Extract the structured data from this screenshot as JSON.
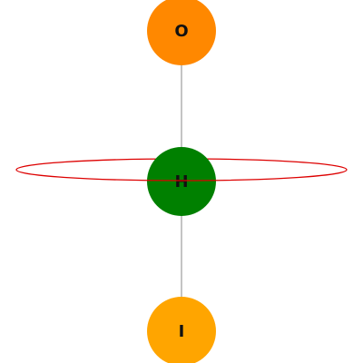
{
  "diagram": {
    "nodes": [
      {
        "id": "O",
        "label": "O",
        "color": "#ff8800"
      },
      {
        "id": "H",
        "label": "H",
        "color": "#008000"
      },
      {
        "id": "I",
        "label": "I",
        "color": "#ffa500"
      }
    ],
    "edges": [
      {
        "from": "O",
        "to": "H"
      },
      {
        "from": "H",
        "to": "I"
      }
    ],
    "bond_color": "#888888",
    "ring_color": "#dd0000"
  }
}
